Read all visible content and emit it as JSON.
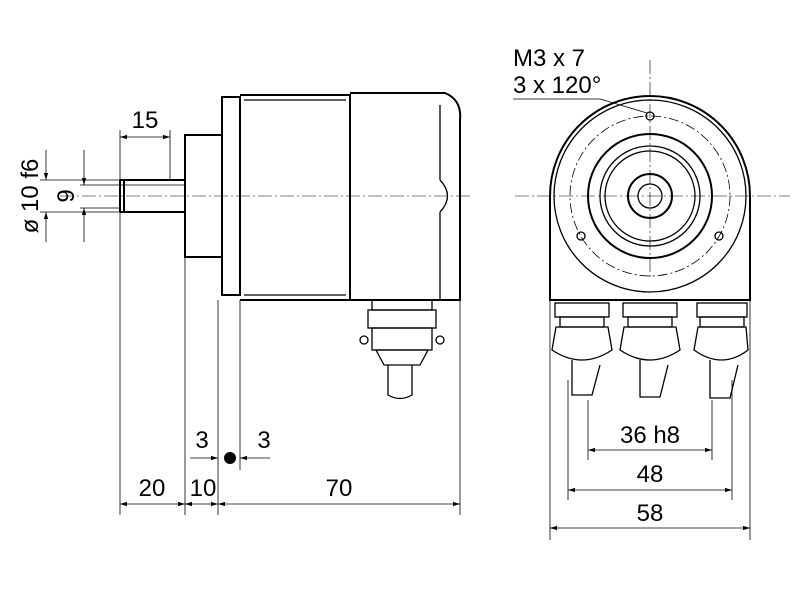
{
  "side_view": {
    "dim_shaft_length": "15",
    "dim_shaft_diameter": "ø 10 f6",
    "dim_flat": "9",
    "dim_gap_left": "3",
    "dim_gap_right": "3",
    "dim_bottom_left": "20",
    "dim_bottom_mid": "10",
    "dim_bottom_right": "70"
  },
  "front_view": {
    "thread_spec": "M3 x 7",
    "thread_pattern": "3 x 120°",
    "dim_inner": "36 h8",
    "dim_middle": "48",
    "dim_outer": "58"
  }
}
